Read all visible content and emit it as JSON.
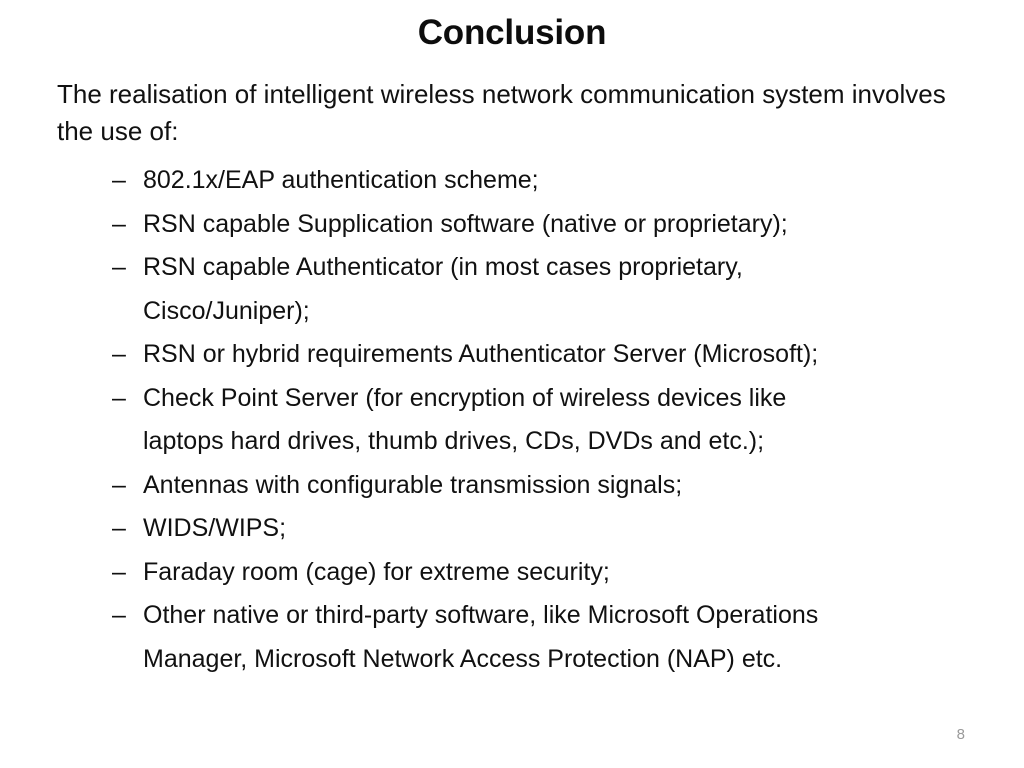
{
  "slide": {
    "title": "Conclusion",
    "intro": "The realisation of intelligent wireless network communication system involves the use of:",
    "bullet_marker": "–",
    "bullets": [
      "802.1x/EAP authentication scheme;",
      "RSN capable Supplication software (native or proprietary);",
      "RSN capable Authenticator (in most cases proprietary, Cisco/Juniper);",
      "RSN or hybrid requirements Authenticator Server (Microsoft);",
      "Check Point Server (for encryption of wireless devices like laptops hard drives, thumb drives, CDs, DVDs and etc.);",
      "Antennas with configurable transmission signals;",
      "WIDS/WIPS;",
      "Faraday room (cage) for extreme security;",
      "Other native or third-party software, like Microsoft Operations Manager, Microsoft Network Access Protection (NAP) etc."
    ],
    "page_number": "8",
    "colors": {
      "background": "#ffffff",
      "text": "#111111",
      "title": "#0d0d0d",
      "page_number": "#9a9a9a"
    }
  }
}
